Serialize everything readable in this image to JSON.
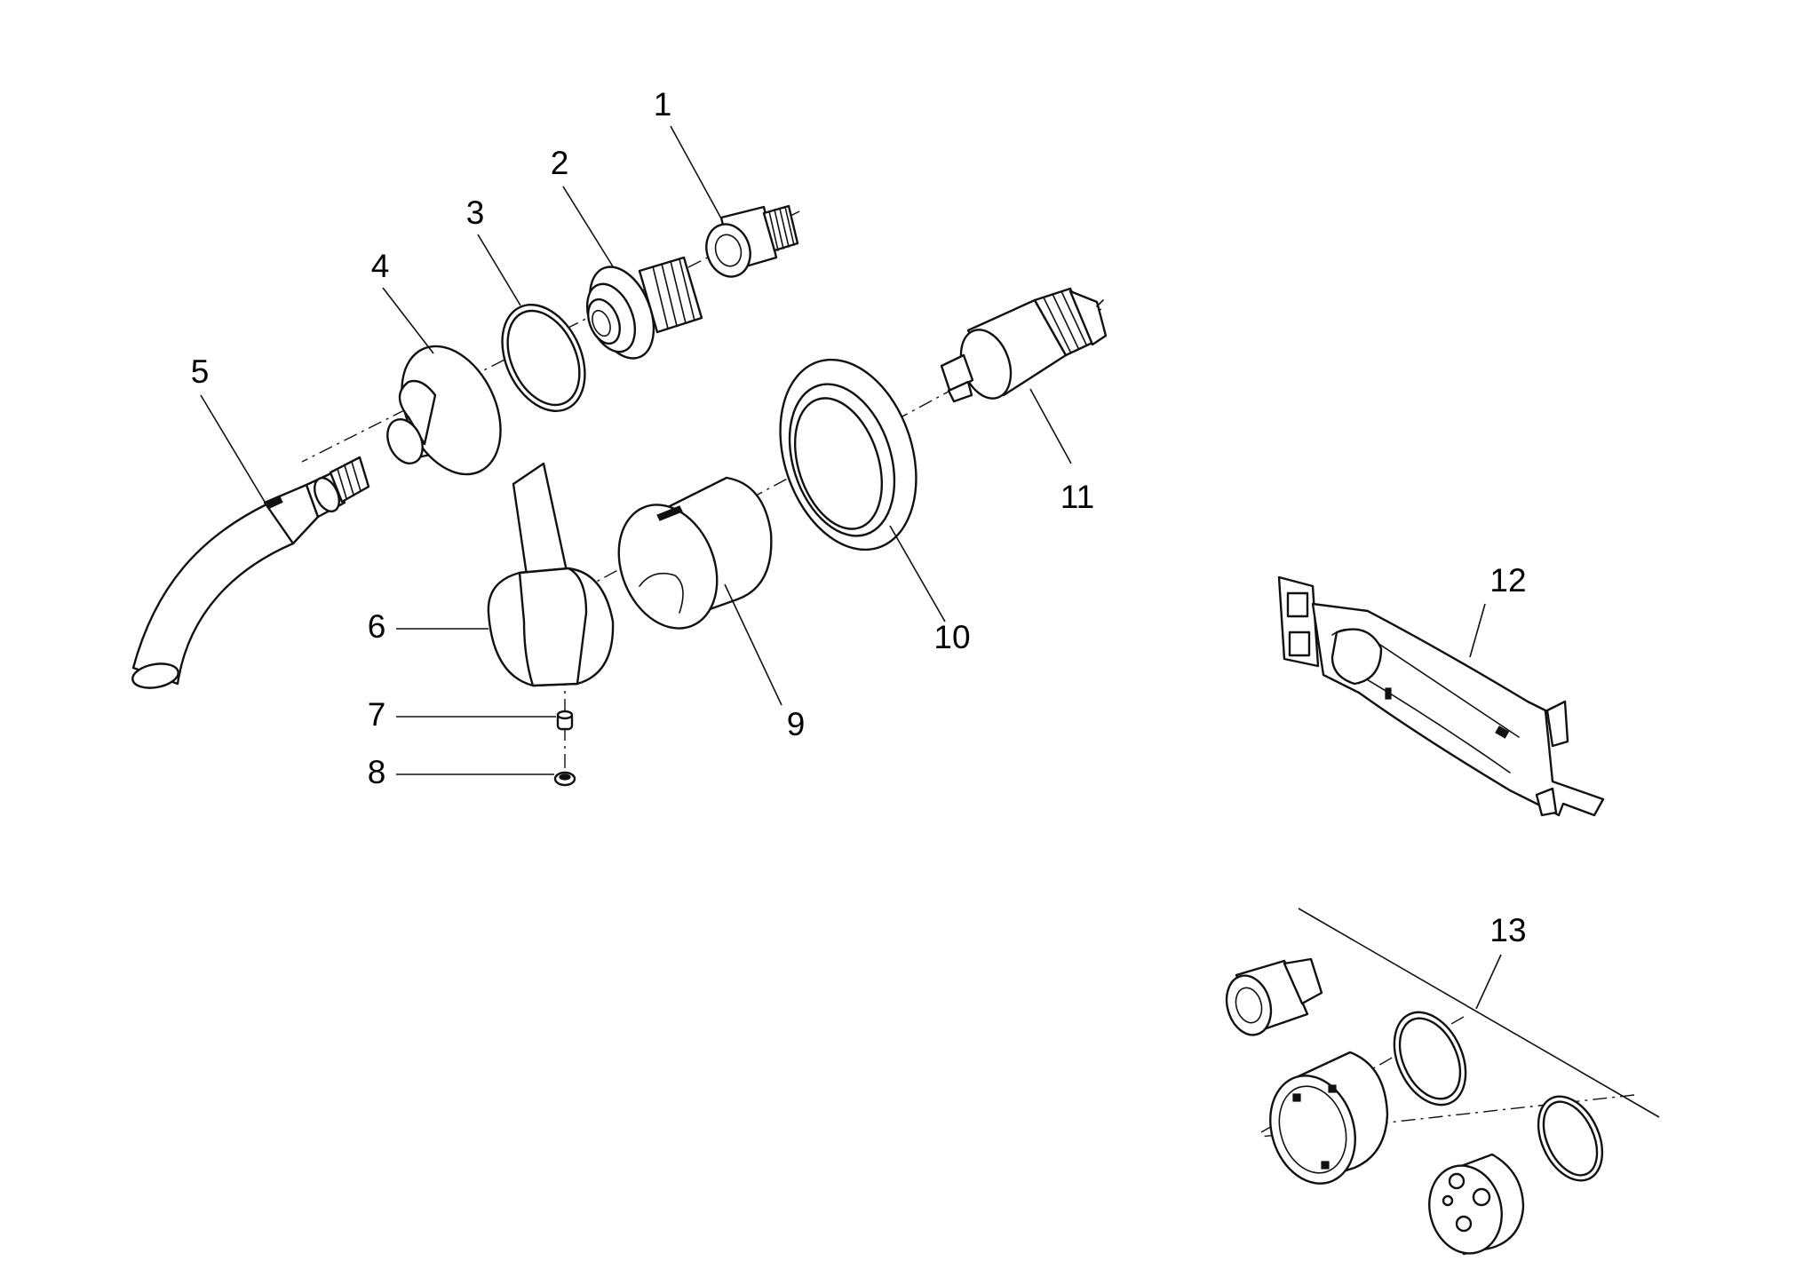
{
  "callouts": [
    {
      "id": 1,
      "label": "1"
    },
    {
      "id": 2,
      "label": "2"
    },
    {
      "id": 3,
      "label": "3"
    },
    {
      "id": 4,
      "label": "4"
    },
    {
      "id": 5,
      "label": "5"
    },
    {
      "id": 6,
      "label": "6"
    },
    {
      "id": 7,
      "label": "7"
    },
    {
      "id": 8,
      "label": "8"
    },
    {
      "id": 9,
      "label": "9"
    },
    {
      "id": 10,
      "label": "10"
    },
    {
      "id": 11,
      "label": "11"
    },
    {
      "id": 12,
      "label": "12"
    },
    {
      "id": 13,
      "label": "13"
    }
  ],
  "colors": {
    "line": "#111111",
    "background": "#ffffff"
  }
}
